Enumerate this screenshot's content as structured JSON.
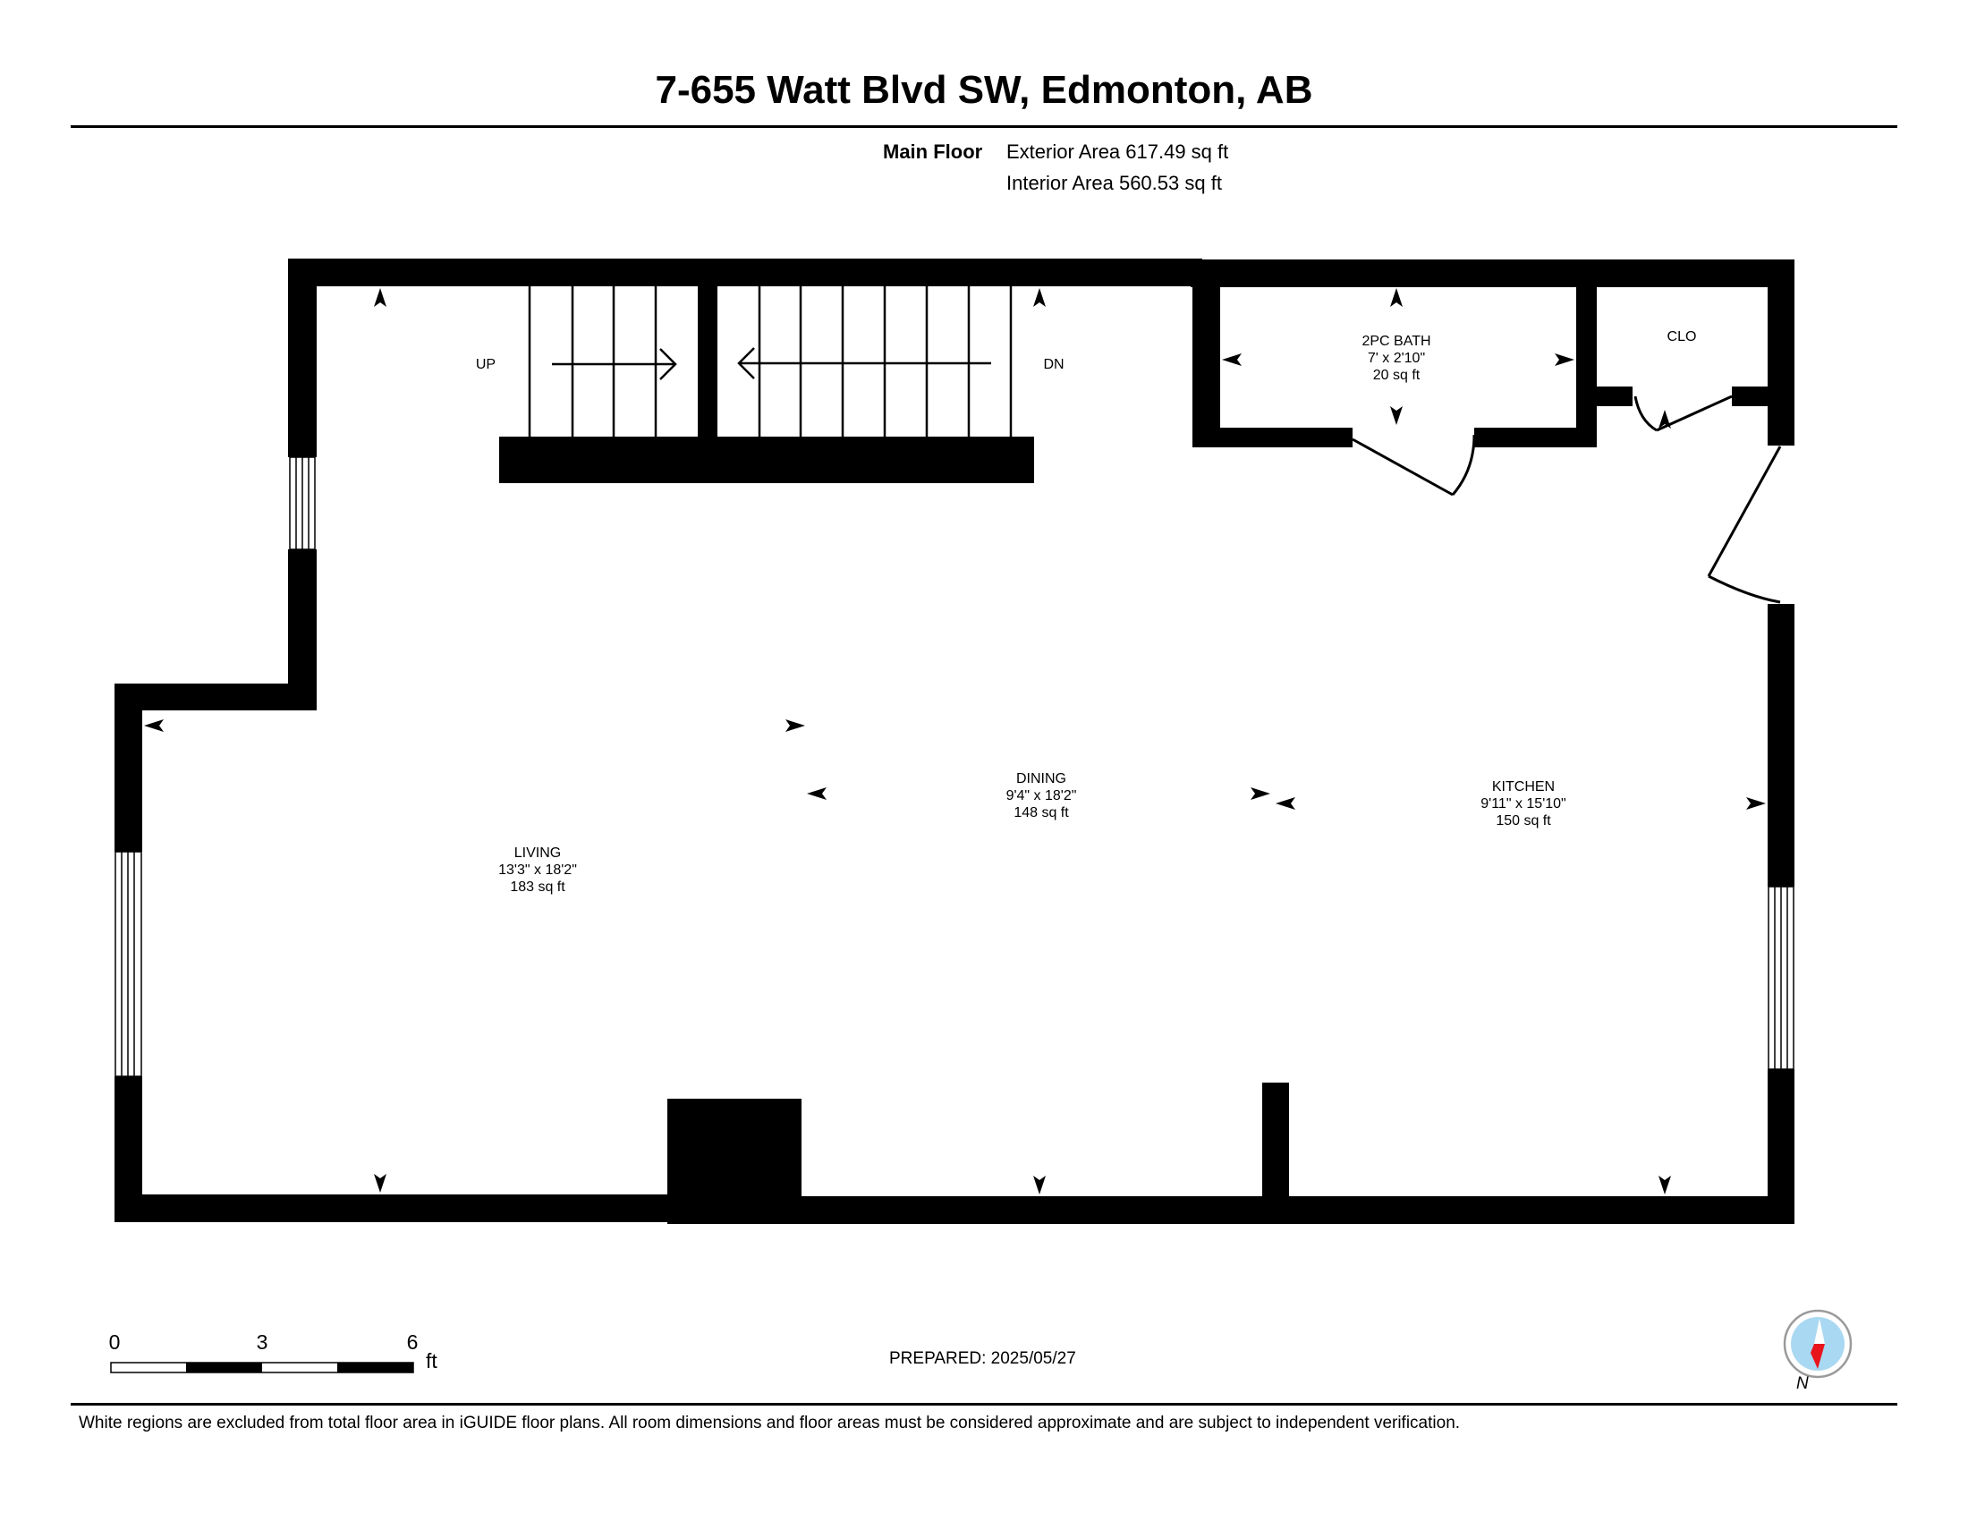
{
  "title": "7-655 Watt Blvd SW, Edmonton, AB",
  "floor": {
    "name": "Main Floor",
    "exterior_area": "Exterior Area 617.49 sq ft",
    "interior_area": "Interior Area 560.53 sq ft"
  },
  "rooms": {
    "bath": {
      "name": "2PC BATH",
      "dims": "7' x 2'10\"",
      "area": "20 sq ft"
    },
    "closet": {
      "name": "CLO"
    },
    "living": {
      "name": "LIVING",
      "dims": "13'3\" x 18'2\"",
      "area": "183 sq ft"
    },
    "dining": {
      "name": "DINING",
      "dims": "9'4\" x 18'2\"",
      "area": "148 sq ft"
    },
    "kitchen": {
      "name": "KITCHEN",
      "dims": "9'11\" x 15'10\"",
      "area": "150 sq ft"
    }
  },
  "stairs": {
    "up": "UP",
    "down": "DN"
  },
  "scale": {
    "ticks": [
      "0",
      "3",
      "6"
    ],
    "unit": "ft"
  },
  "prepared": "PREPARED: 2025/05/27",
  "footer_note": "White regions are excluded from total floor area in iGUIDE floor plans. All room dimensions and floor areas must be considered approximate and are subject to independent verification.",
  "compass": {
    "label": "N",
    "needle_color": "#e8141c",
    "dial_color": "#a9d8f2"
  },
  "colors": {
    "wall": "#000000",
    "background": "#ffffff"
  }
}
